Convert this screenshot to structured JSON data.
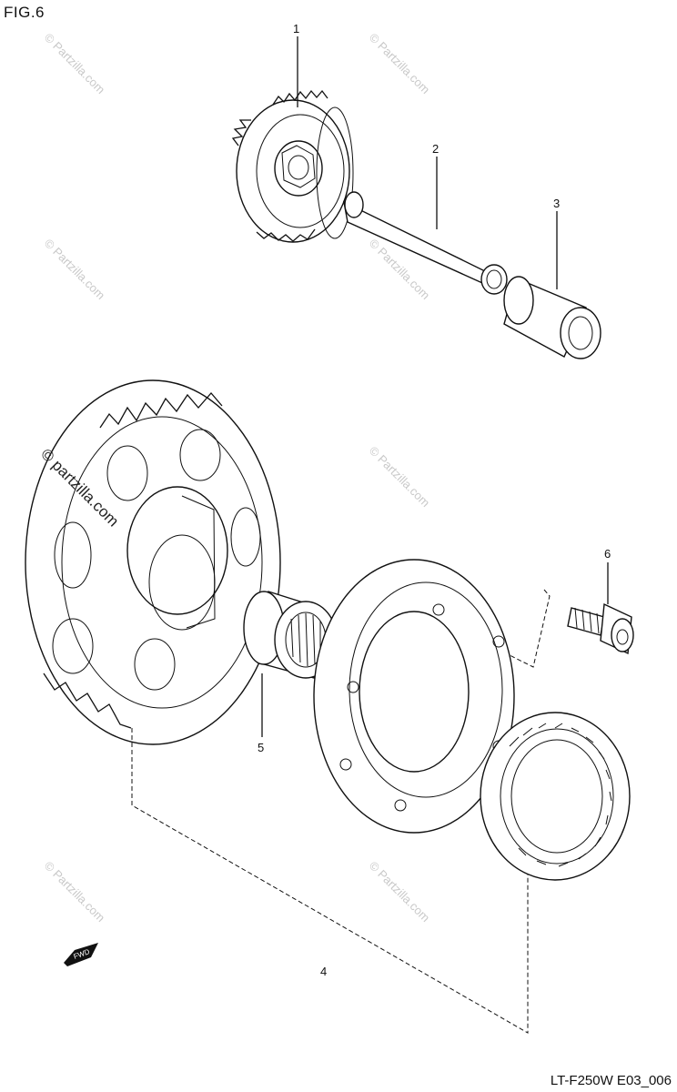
{
  "figure": {
    "title": "FIG.6",
    "code": "LT-F250W E03_006"
  },
  "callouts": [
    "1",
    "2",
    "3",
    "4",
    "5",
    "6"
  ],
  "watermark": {
    "text": "© Partzilla.com",
    "prominent_text": "© partzilla.com"
  },
  "direction_badge": "FWD",
  "colors": {
    "line": "#111111",
    "watermark": "#c9c9c9",
    "background": "#ffffff"
  }
}
